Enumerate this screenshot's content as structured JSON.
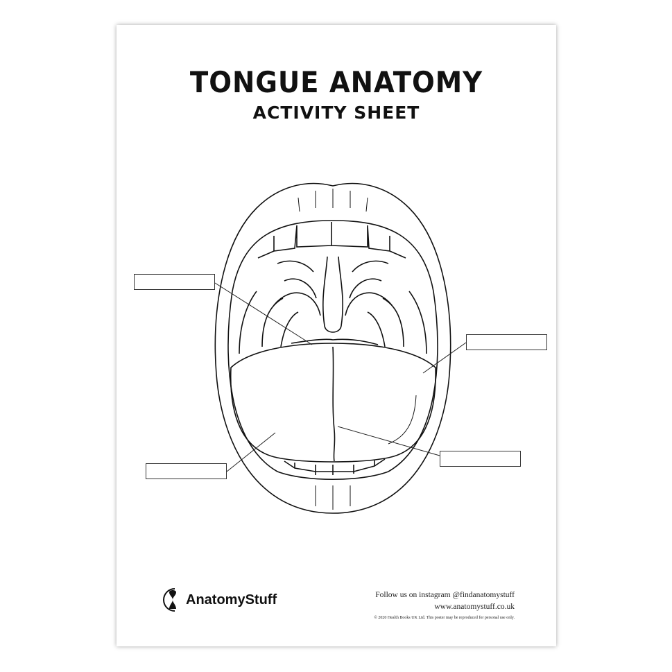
{
  "header": {
    "title": "TONGUE ANATOMY",
    "subtitle": "ACTIVITY SHEET"
  },
  "labels": [
    {
      "name": "label-box-upper-left",
      "value": ""
    },
    {
      "name": "label-box-right",
      "value": ""
    },
    {
      "name": "label-box-lower-left",
      "value": ""
    },
    {
      "name": "label-box-lower-right",
      "value": ""
    }
  ],
  "footer": {
    "logo": "AnatomyStuff",
    "instagram": "Follow us on instagram @findanatomystuff",
    "website": "www.anatomystuff.co.uk",
    "copyright": "© 2020 Health Books UK Ltd. This poster may be reproduced for personal use only."
  }
}
